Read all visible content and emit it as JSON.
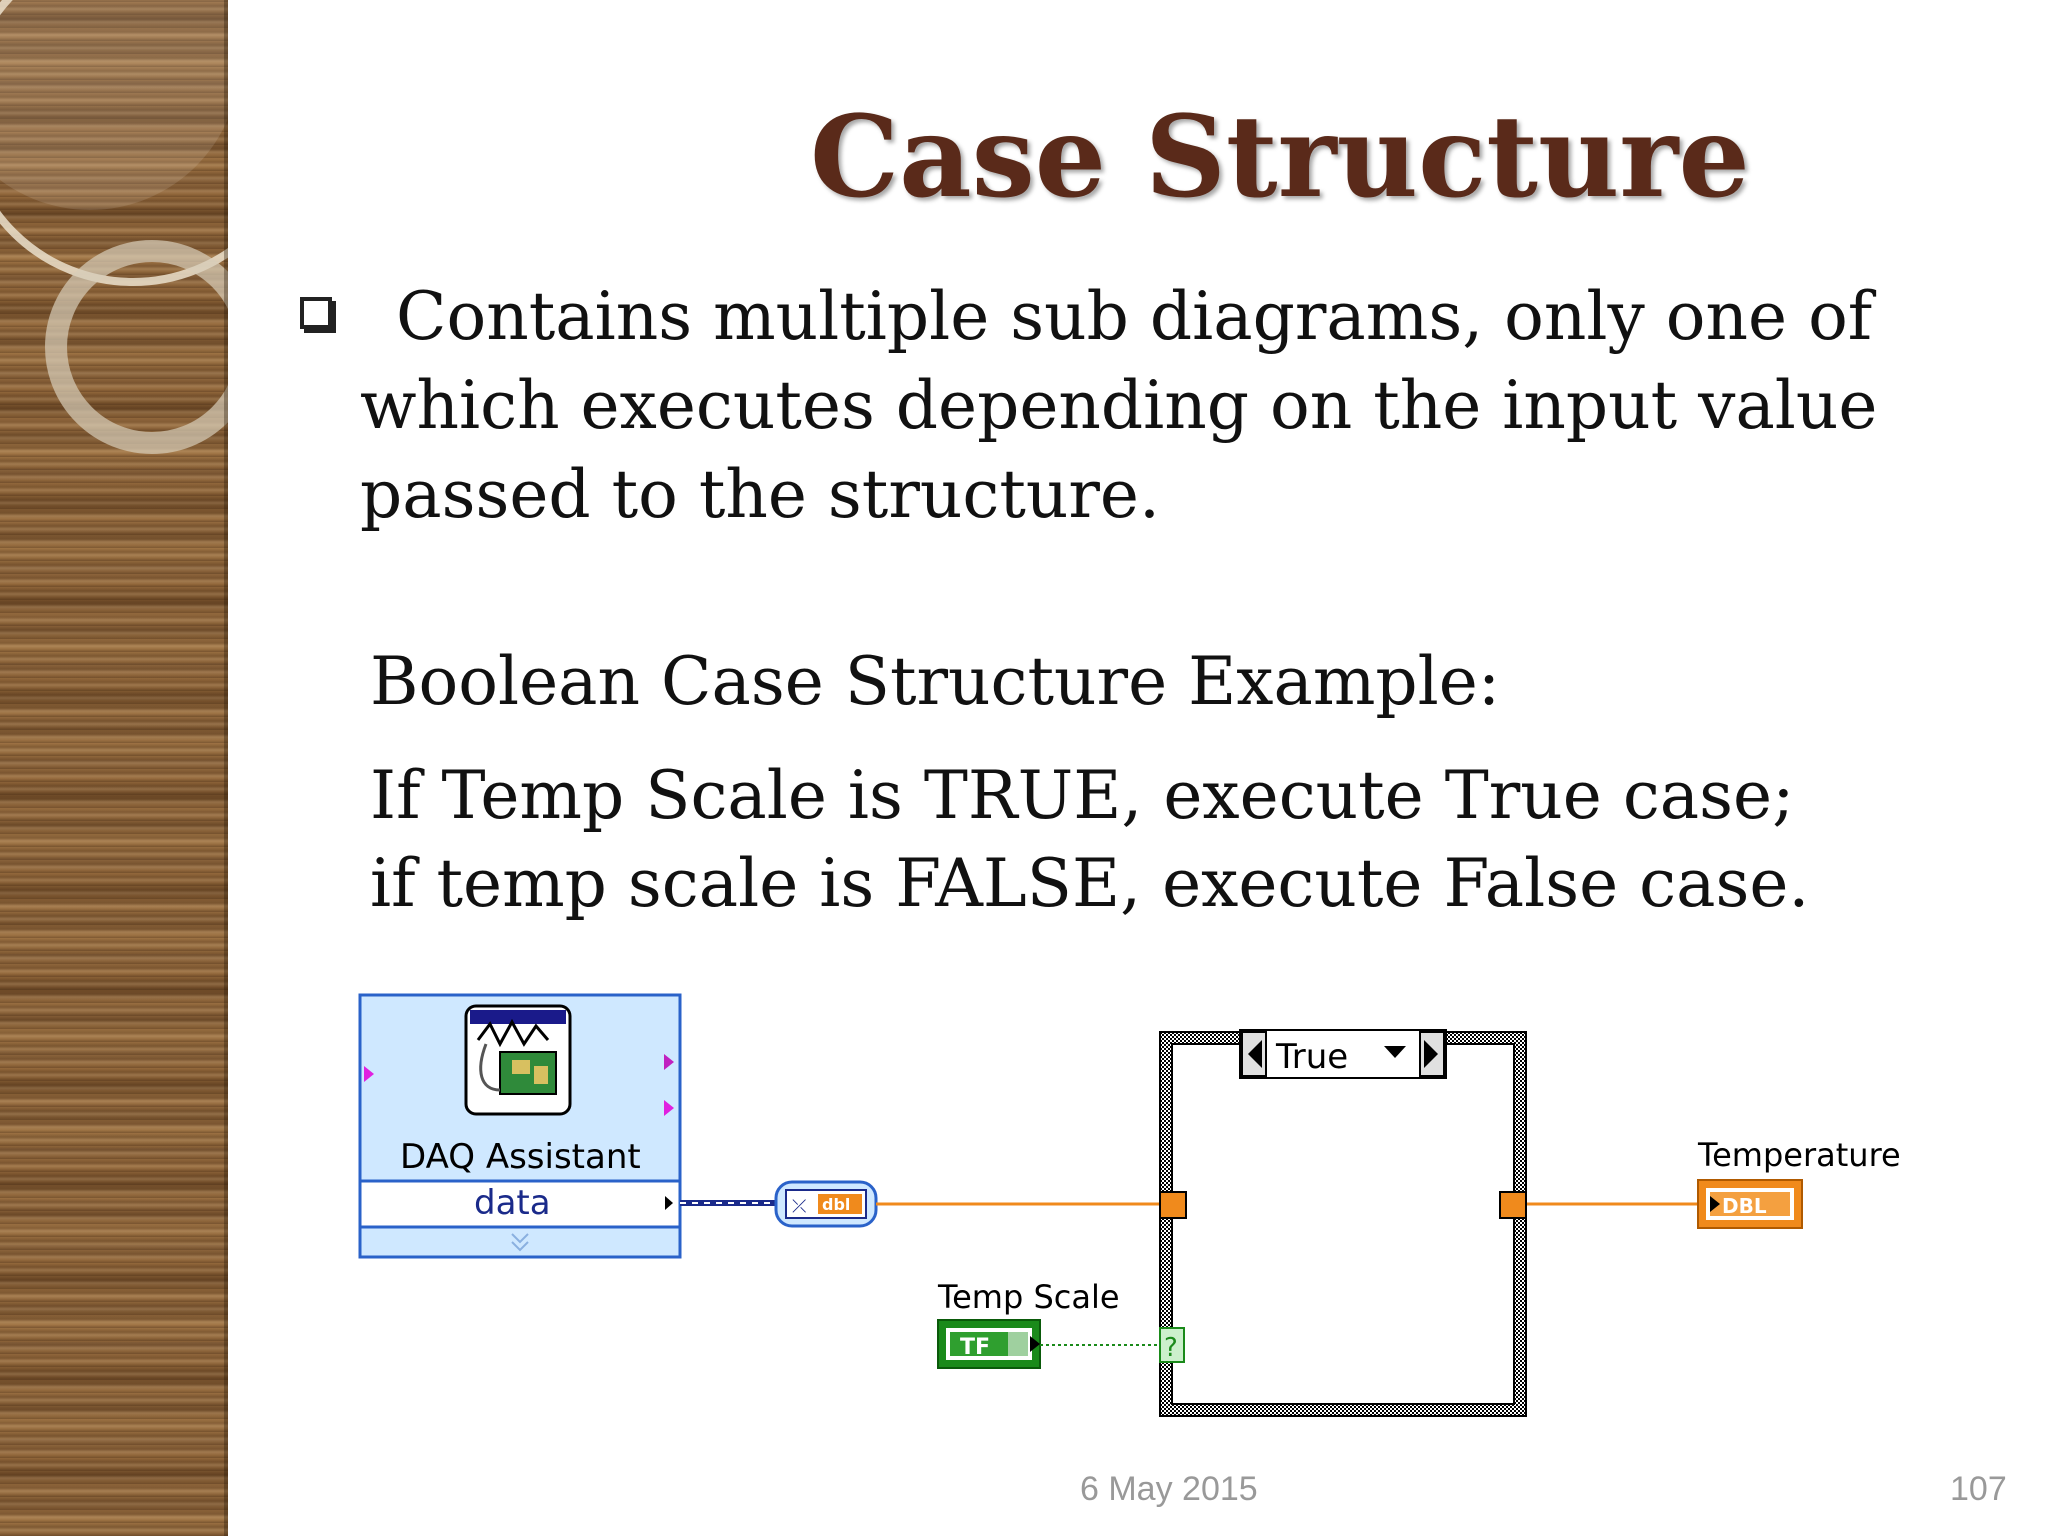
{
  "slide": {
    "title": "Case Structure",
    "bullet": "Contains multiple sub diagrams, only one of which executes depending on the input value passed to the structure.",
    "example_heading": "Boolean Case Structure Example:",
    "example_line1": "If Temp Scale is TRUE, execute True case;",
    "example_line2": "if temp scale is FALSE, execute False case.",
    "footer_date": "6 May 2015",
    "page_number": "107"
  },
  "diagram": {
    "daq_label": "DAQ Assistant",
    "daq_output": "data",
    "case_selector": "True",
    "temp_scale_label": "Temp Scale",
    "temp_scale_terminal": "TF",
    "temperature_label": "Temperature",
    "temperature_terminal": "DBL",
    "convert_label": "dbl",
    "selector_terminal": "?"
  },
  "colors": {
    "title": "#5a2a1a",
    "daq_fill": "#cfe8ff",
    "daq_border": "#2a62c9",
    "orange_wire": "#f08a1c",
    "green_wire": "#1a8a1a",
    "dynamic_wire": "#1a2a8a"
  }
}
